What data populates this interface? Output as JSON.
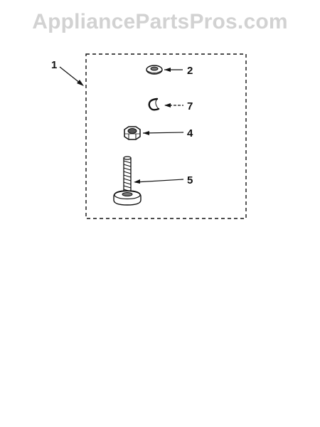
{
  "watermark": {
    "text": "AppliancePartsPros.com",
    "color": "#d2d2d2"
  },
  "diagram": {
    "line_color": "#111111",
    "callouts": {
      "kit": "1",
      "washer": "2",
      "clip": "7",
      "nut": "4",
      "bolt": "5"
    },
    "part_icons": [
      "kit-box-icon",
      "washer-icon",
      "clip-icon",
      "hex-nut-icon",
      "leveling-bolt-icon"
    ]
  }
}
